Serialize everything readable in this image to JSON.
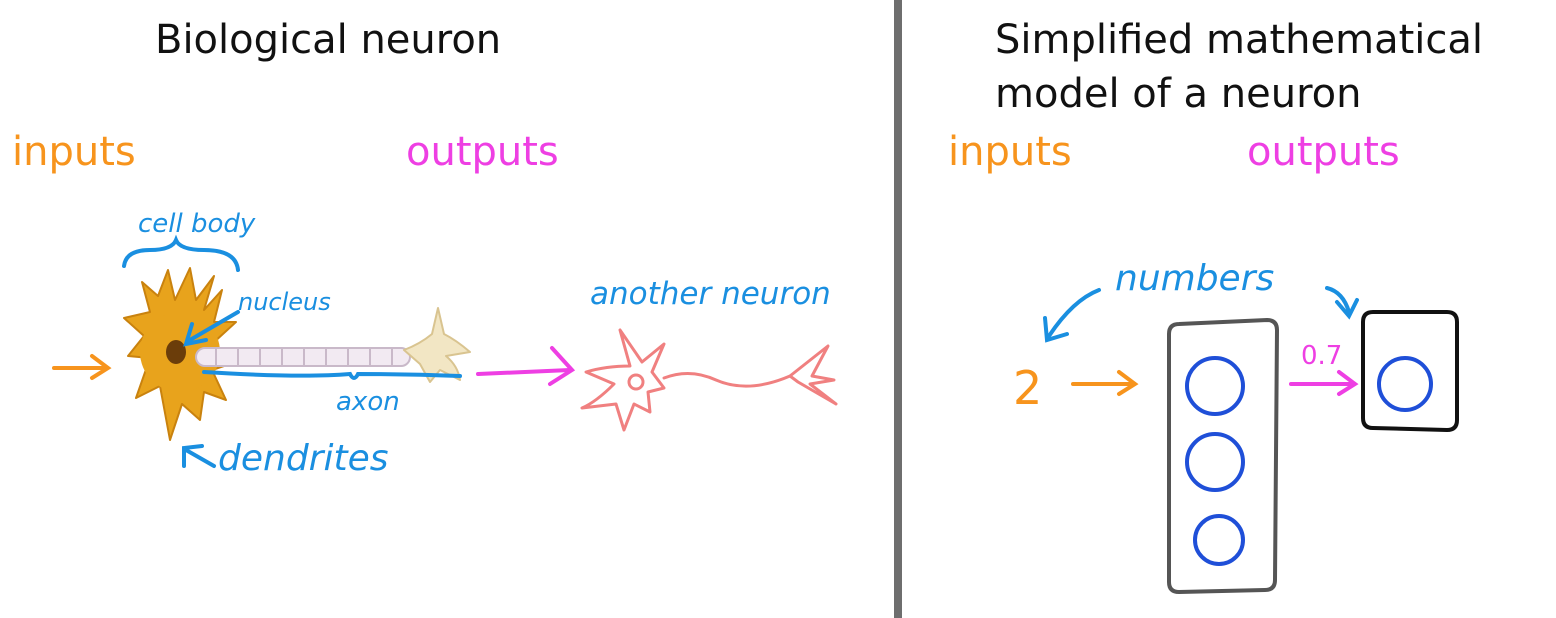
{
  "colors": {
    "inputs": "#f7941d",
    "outputs": "#ee3fe3",
    "annotation": "#1a8fe0",
    "neuron_body": "#e8a31c",
    "other_neuron": "#f08080",
    "circle": "#1f4fd8",
    "box": "#555555",
    "divider": "#6e6e6e"
  },
  "left": {
    "title": "Biological neuron",
    "inputs_label": "inputs",
    "outputs_label": "outputs",
    "cell_body_label": "cell body",
    "nucleus_label": "nucleus",
    "axon_label": "axon",
    "dendrites_label": "dendrites",
    "another_neuron_label": "another neuron"
  },
  "right": {
    "title_line1": "Simplified mathematical",
    "title_line2": "model of a neuron",
    "inputs_label": "inputs",
    "outputs_label": "outputs",
    "numbers_label": "numbers",
    "input_value": "2",
    "output_value": "0.7"
  }
}
